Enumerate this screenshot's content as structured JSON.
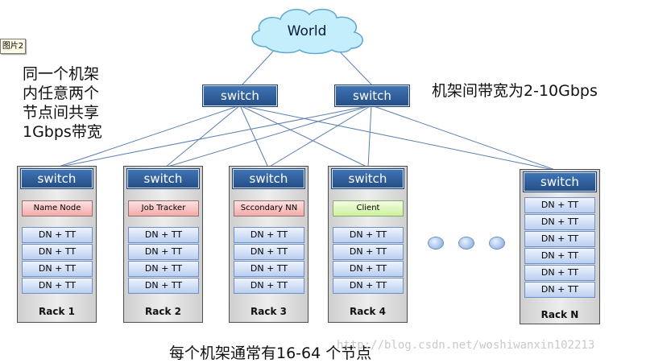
{
  "figure_tag": "图片2",
  "cloud_label": "World",
  "switch_label": "switch",
  "notes": {
    "left": [
      "同一个机架",
      "内任意两个",
      "节点间共享",
      "1Gbps带宽"
    ],
    "right": "机架间带宽为2-10Gbps",
    "bottom": "每个机架通常有16-64 个节点"
  },
  "watermark": "http://blog.csdn.net/woshiwanxin102213",
  "node_label": "DN + TT",
  "racks": [
    {
      "label": "Rack 1",
      "role": "Name Node",
      "role_style": "red",
      "node_count": 4
    },
    {
      "label": "Rack 2",
      "role": "Job Tracker",
      "role_style": "red",
      "node_count": 4
    },
    {
      "label": "Rack 3",
      "role": "Sccondary NN",
      "role_style": "red",
      "node_count": 4
    },
    {
      "label": "Rack 4",
      "role": "Client",
      "role_style": "green",
      "node_count": 4
    },
    {
      "label": "Rack N",
      "role": "",
      "role_style": "",
      "node_count": 6
    }
  ],
  "colors": {
    "switch": "#2f5f9e",
    "cloud": "#c4eefb",
    "role_red": "#f6b9b9",
    "role_green": "#d6f5b0",
    "node": "#c9d9f4",
    "link": "#5a7fb0"
  }
}
